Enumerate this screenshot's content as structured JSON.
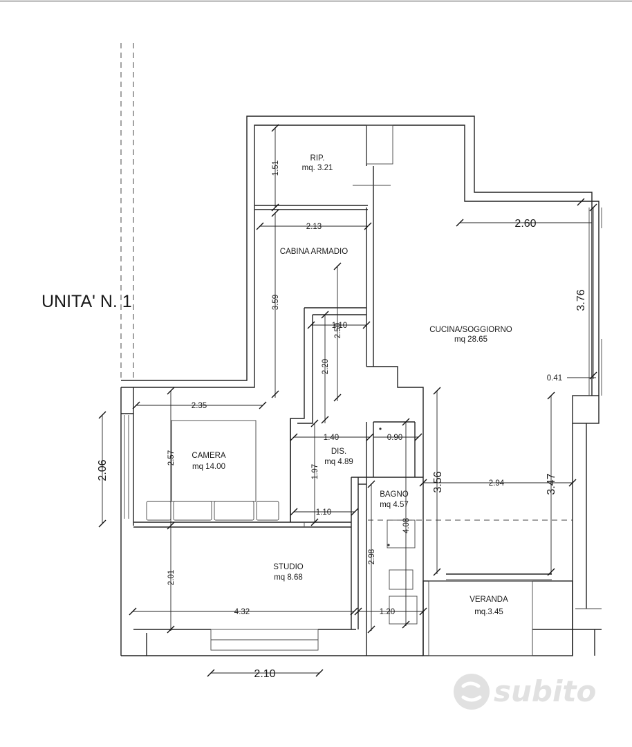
{
  "title": "UNITA' N. 1",
  "rooms": {
    "rip": {
      "name": "RIP.",
      "area": "mq. 3.21"
    },
    "cabina": {
      "name": "CABINA ARMADIO"
    },
    "cucina": {
      "name": "CUCINA/SOGGIORNO",
      "area": "mq 28.65"
    },
    "camera": {
      "name": "CAMERA",
      "area": "mq 14.00"
    },
    "dis": {
      "name": "DIS.",
      "area": "mq 4.89"
    },
    "bagno": {
      "name": "BAGNO",
      "area": "mq 4.57"
    },
    "studio": {
      "name": "STUDIO",
      "area": "mq 8.68"
    },
    "veranda": {
      "name": "VERANDA",
      "area": "mq.3.45"
    }
  },
  "dims": {
    "d151": "1.51",
    "d213": "2.13",
    "d260": "2.60",
    "d359": "3.59",
    "d376": "3.76",
    "d250": "2.50",
    "d110a": "1.10",
    "d220": "2.20",
    "d041": "0.41",
    "d235": "2.35",
    "d206": "2.06",
    "d257": "2.57",
    "d140": "1.40",
    "d090": "0.90",
    "d197": "1.97",
    "d110b": "1.10",
    "d356": "3.56",
    "d294": "2.94",
    "d347": "3.47",
    "d408": "4.08",
    "d298": "2.98",
    "d201": "2.01",
    "d432": "4.32",
    "d120": "1.20",
    "d210": "2.10"
  },
  "watermark": {
    "text": "subito"
  }
}
